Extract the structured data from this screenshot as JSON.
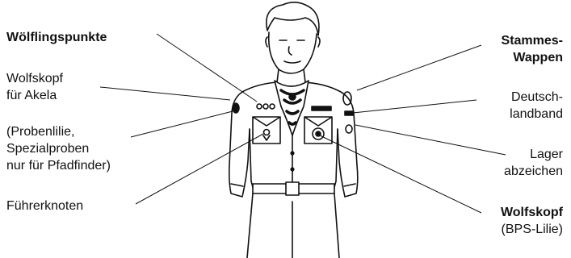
{
  "labels": {
    "left": {
      "woelflingspunkte": "Wölflingspunkte",
      "wolfskopf_akela_line1": "Wolfskopf",
      "wolfskopf_akela_line2": "für Akela",
      "probenlilie_line1": "(Probenlilie,",
      "probenlilie_line2": "Spezialproben",
      "probenlilie_line3": "nur für Pfadfinder)",
      "fuehrerknoten": "Führerknoten"
    },
    "right": {
      "stammes_line1": "Stammes-",
      "stammes_line2": "Wappen",
      "deutschland_line1": "Deutsch-",
      "deutschland_line2": "landband",
      "lager_line1": "Lager",
      "lager_line2": "abzeichen",
      "wolfskopf_bps_line1": "Wolfskopf",
      "wolfskopf_bps_line2": "(BPS-Lilie)"
    }
  },
  "colors": {
    "ink": "#111111",
    "background": "#ffffff"
  }
}
